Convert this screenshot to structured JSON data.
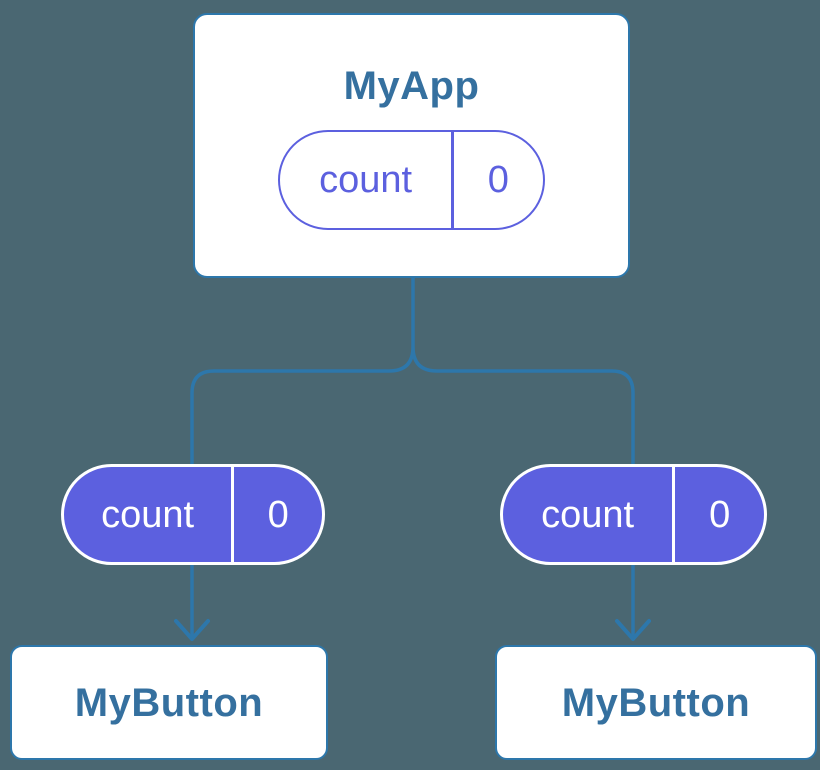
{
  "colors": {
    "background": "#4a6772",
    "connector_blue": "#2d77ab",
    "node_title_blue": "#35709f",
    "state_purple": "#5c60df",
    "white": "#ffffff"
  },
  "diagram": {
    "root": {
      "title": "MyApp",
      "pill": {
        "label": "count",
        "value": "0"
      }
    },
    "children": [
      {
        "title": "MyButton",
        "pill": {
          "label": "count",
          "value": "0"
        }
      },
      {
        "title": "MyButton",
        "pill": {
          "label": "count",
          "value": "0"
        }
      }
    ]
  }
}
